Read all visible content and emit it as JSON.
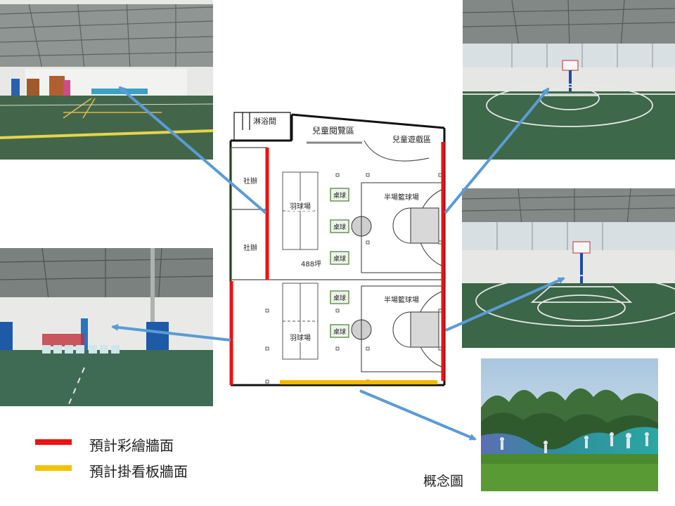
{
  "floorplan": {
    "shower_room": "淋浴間",
    "children_reading": "兒童閱覽區",
    "children_play": "兒童遊戲區",
    "club_top": "社辦",
    "club_bottom": "社辦",
    "badminton_top": "羽球場",
    "badminton_bottom": "羽球場",
    "area": "488坪",
    "basketball_top": "半場籃球場",
    "basketball_bottom": "半場籃球場",
    "small_box_1": "桌球",
    "small_box_2": "桌球",
    "small_box_3": "桌球",
    "small_box_4": "桌球",
    "small_box_5": "桌球"
  },
  "legend": {
    "items": [
      {
        "label": "預計彩繪牆面",
        "color": "#ee1111"
      },
      {
        "label": "預計掛看板牆面",
        "color": "#f2c200"
      }
    ]
  },
  "concept_caption": "概念圖",
  "colors": {
    "paint_wall": "#ee1111",
    "billboard_wall": "#f2b800",
    "arrow": "#5b9bd5",
    "court_green": "#3f6b48"
  }
}
